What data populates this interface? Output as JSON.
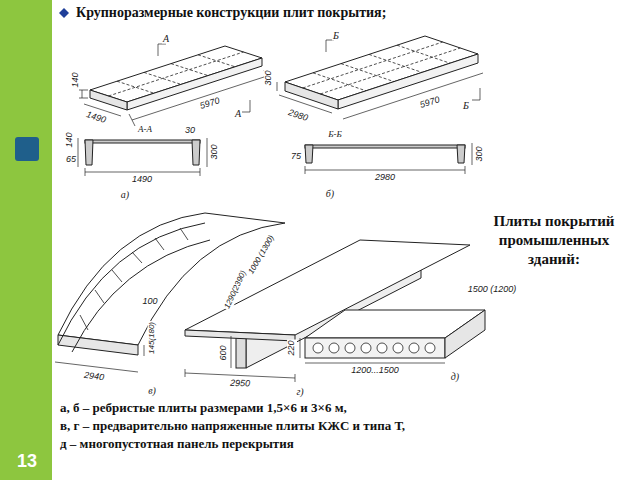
{
  "diagram": {
    "title": "Крупноразмерные конструкции плит покрытия;",
    "labels": [
      "140",
      "5970",
      "А",
      "А",
      "1490",
      "Б",
      "Б",
      "300",
      "5970",
      "2980",
      "А-А",
      "140",
      "30",
      "65",
      "300",
      "1490",
      "Б-Б",
      "75",
      "300",
      "2980",
      "а)",
      "б)",
      "Плиты покрытий промышленных зданий:",
      "1000 (1300)",
      "1290(2390)",
      "100",
      "2940",
      "145(180)",
      "в)",
      "600",
      "2950",
      "г)",
      "1500 (1200)",
      "220",
      "1200...1500",
      "д)",
      "а, б – ребристые плиты размерами 1,5×6 и 3×6 м,",
      "в, г – предварительно напряженные плиты КЖС и типа Т,",
      "д – многопустотная панель перекрытия",
      "13"
    ]
  }
}
